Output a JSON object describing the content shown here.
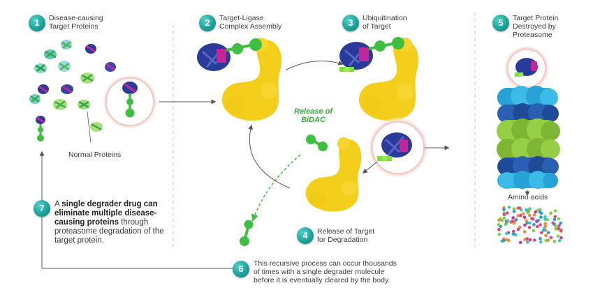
{
  "colors": {
    "badge": "#1fa39d",
    "ligase": "#f3cf1b",
    "linker": "#3fbf3f",
    "protein_blue": "#2a3a9a",
    "protein_magenta": "#c0289a",
    "ubiquitin": "#7ee03a",
    "highlight_ring": "#f3b9b4",
    "proteasome_top": "#25a6d8",
    "proteasome_green": "#8ac43d",
    "proteasome_dark": "#2454a4",
    "release_text": "#3aa83a"
  },
  "steps": [
    {
      "num": "1",
      "label": "Disease-causing\nTarget Proteins"
    },
    {
      "num": "2",
      "label": "Target-Ligase\nComplex Assembly"
    },
    {
      "num": "3",
      "label": "Ubiquitination\nof Target"
    },
    {
      "num": "4",
      "label": "Release of Target\nfor Degradation"
    },
    {
      "num": "5",
      "label": "Target Protein\nDestroyed by\nProteasome"
    },
    {
      "num": "6",
      "label": "This recursive process can occur thousands\nof times with a single degrader molecule\nbefore it is eventually cleared by the body."
    },
    {
      "num": "7",
      "label_parts": [
        "A ",
        "single degrader drug can eliminate multiple disease-causing proteins",
        " through proteasome degradation of the target protein."
      ]
    }
  ],
  "labels": {
    "normal_proteins": "Normal Proteins",
    "release_bidac": "Release of\nBiDAC",
    "amino_acids": "Amino acids"
  }
}
